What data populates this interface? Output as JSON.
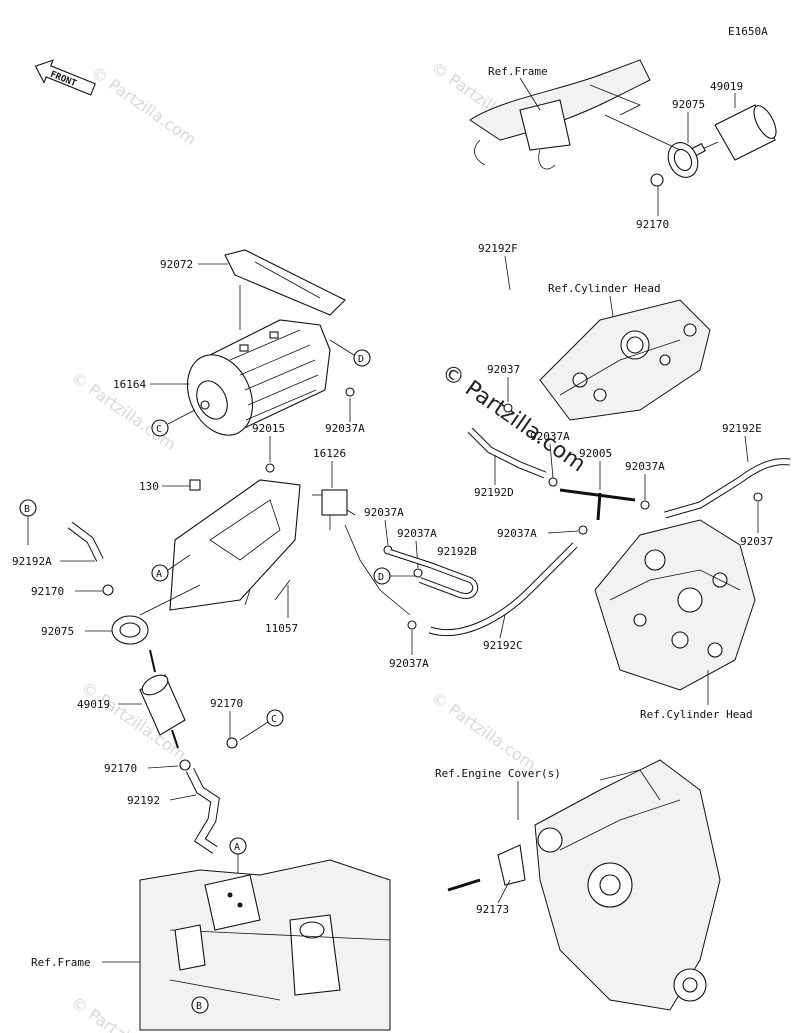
{
  "diagram_code": "E1650A",
  "front_label": "FRONT",
  "watermark": "© Partzilla.com",
  "watermark_main": "© Partzilla.com",
  "callouts": {
    "A": "A",
    "B": "B",
    "C": "C",
    "D": "D"
  },
  "labels": {
    "ref_frame_top": "Ref.Frame",
    "p49019_top": "49019",
    "p92075_top": "92075",
    "p92170_top": "92170",
    "p92072": "92072",
    "p92192F": "92192F",
    "ref_cyl_head_top": "Ref.Cylinder Head",
    "p16164": "16164",
    "p92037_top": "92037",
    "p92037A_1": "92037A",
    "p92015": "92015",
    "p16126": "16126",
    "p92037A_2": "92037A",
    "p92192D": "92192D",
    "p92005": "92005",
    "p92037A_3": "92037A",
    "p92192E": "92192E",
    "p130": "130",
    "p92192A": "92192A",
    "p92037A_4": "92037A",
    "p92037A_5": "92037A",
    "p92192B": "92192B",
    "p92037A_6": "92037A",
    "p92037_right": "92037",
    "p92170_left": "92170",
    "p92075_left": "92075",
    "p11057": "11057",
    "p92192C": "92192C",
    "p92037A_7": "92037A",
    "p49019_left": "49019",
    "p92170_mid": "92170",
    "ref_cyl_head_bottom": "Ref.Cylinder Head",
    "p92170_low": "92170",
    "p92192": "92192",
    "ref_engine_cover": "Ref.Engine Cover(s)",
    "p92173": "92173",
    "ref_frame_bottom": "Ref.Frame"
  }
}
